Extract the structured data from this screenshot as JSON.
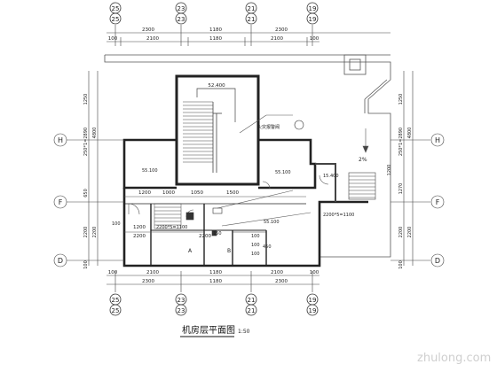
{
  "drawing": {
    "title": "机房层平面图",
    "scale": "1:50"
  },
  "axes": {
    "top_labels": [
      "25",
      "23",
      "21",
      "19"
    ],
    "bottom_labels": [
      "25",
      "23",
      "21",
      "19"
    ],
    "left_labels": [
      "H",
      "F",
      "D"
    ],
    "right_labels": [
      "H",
      "F",
      "D"
    ]
  },
  "dimensions": {
    "top_row1": [
      "2300",
      "1180",
      "2300"
    ],
    "top_row2": [
      "100",
      "2100",
      "1180",
      "2100",
      "100"
    ],
    "bottom_row1": [
      "100",
      "2100",
      "1180",
      "2100",
      "100"
    ],
    "bottom_row2": [
      "2300",
      "1180",
      "2300"
    ],
    "left_segments": [
      "1250",
      "4800",
      "650",
      "2200",
      "100"
    ],
    "left_total": "250*1=2890",
    "right_segments": [
      "1250",
      "4800",
      "1200",
      "1270",
      "2200",
      "100"
    ],
    "right_total": "250*1=2890",
    "interior": [
      "1200",
      "1000",
      "1050",
      "1500",
      "1200",
      "2200",
      "2200",
      "2200*5=1100",
      "2200*5=1100",
      "100",
      "150",
      "100",
      "100",
      "100",
      "450"
    ]
  },
  "rooms": {
    "level_top": "52.400",
    "level_left": "55.100",
    "level_right": "55.100",
    "level_mid": "55.100",
    "level_right_stair": "15.400",
    "label_fire": "火灾报警阀",
    "label_a": "A",
    "label_b": "B",
    "label_slope": "2%"
  },
  "watermark": "zhulong.com"
}
